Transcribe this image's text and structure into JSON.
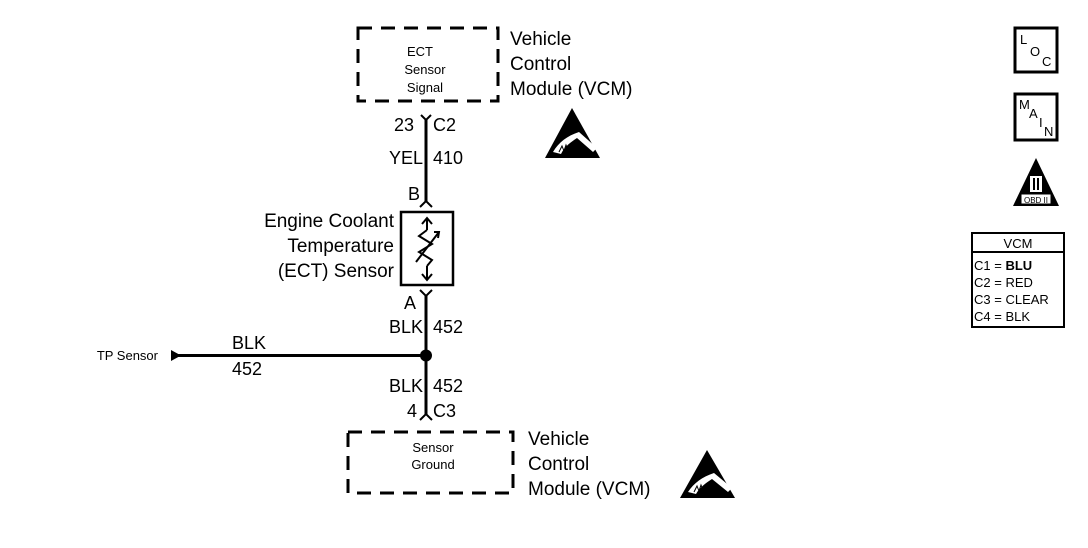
{
  "diagram": {
    "title": "Engine Coolant Temperature (ECT) Sensor Circuit",
    "top_module": {
      "box_lines": [
        "ECT",
        "Sensor",
        "Signal"
      ],
      "module_name_lines": [
        "Vehicle",
        "Control",
        "Module (VCM)"
      ],
      "connector_pin": "23",
      "connector_id": "C2",
      "esd_icon": "esd-warning-icon"
    },
    "top_wire": {
      "color": "YEL",
      "circuit": "410"
    },
    "sensor": {
      "name_lines": [
        "Engine Coolant",
        "Temperature",
        "(ECT) Sensor"
      ],
      "pin_top": "B",
      "pin_bottom": "A",
      "symbol": "thermistor-icon"
    },
    "sensor_ground_wire": {
      "color": "BLK",
      "circuit": "452"
    },
    "tp_branch": {
      "label": "TP Sensor",
      "color": "BLK",
      "circuit": "452"
    },
    "bottom_wire": {
      "color": "BLK",
      "circuit": "452"
    },
    "bottom_module": {
      "box_lines": [
        "Sensor",
        "Ground"
      ],
      "module_name_lines": [
        "Vehicle",
        "Control",
        "Module (VCM)"
      ],
      "connector_pin": "4",
      "connector_id": "C3",
      "esd_icon": "esd-warning-icon"
    },
    "side_icons": {
      "loc": [
        "L",
        "O",
        "C"
      ],
      "main": [
        "M",
        "A",
        "I",
        "N"
      ],
      "obd": {
        "numeral": "II",
        "label": "OBD II"
      }
    },
    "connector_legend": {
      "title": "VCM",
      "rows": [
        {
          "connector": "C1",
          "sep": "=",
          "color": "BLU"
        },
        {
          "connector": "C2",
          "sep": "=",
          "color": "RED"
        },
        {
          "connector": "C3",
          "sep": "=",
          "color": "CLEAR"
        },
        {
          "connector": "C4",
          "sep": "=",
          "color": "BLK"
        }
      ]
    }
  }
}
